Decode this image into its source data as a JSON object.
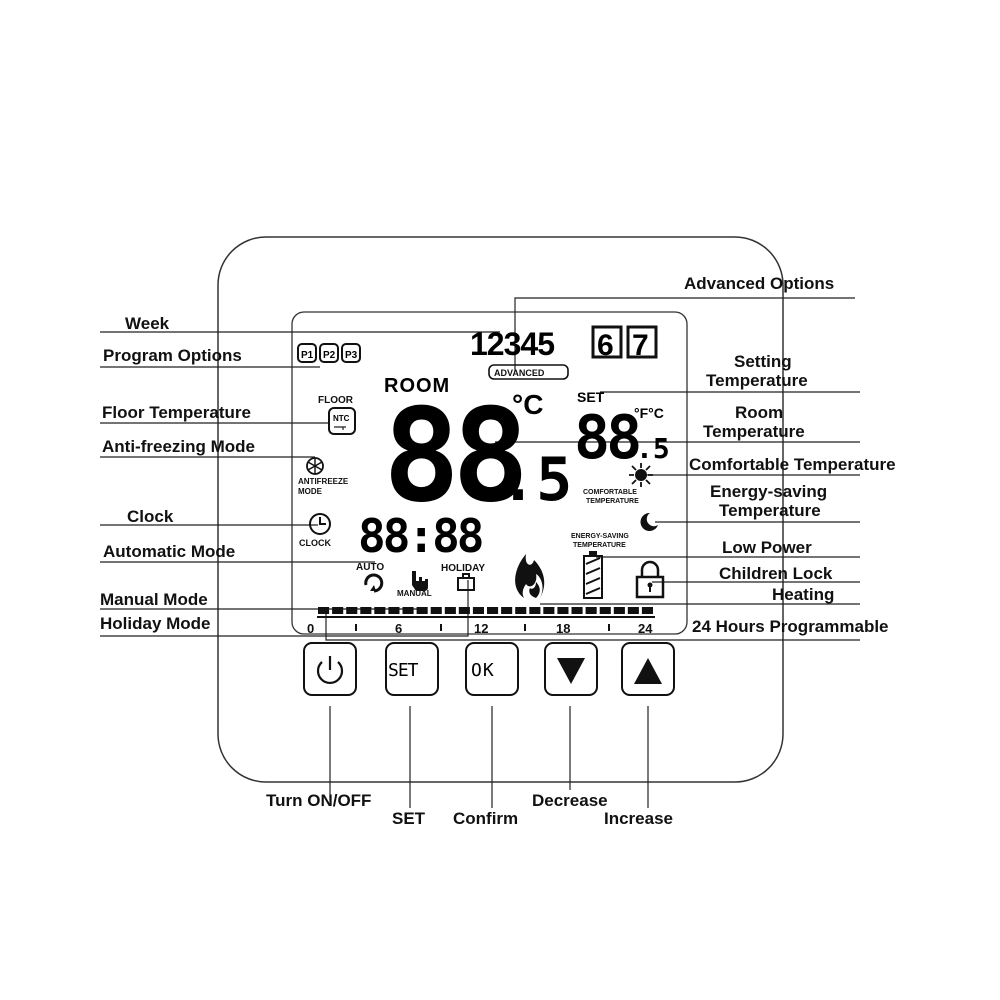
{
  "callouts": {
    "advanced_options": "Advanced Options",
    "week": "Week",
    "program_options": "Program Options",
    "floor_temperature": "Floor Temperature",
    "anti_freezing_mode": "Anti-freezing Mode",
    "clock": "Clock",
    "automatic_mode": "Automatic Mode",
    "manual_mode": "Manual Mode",
    "holiday_mode": "Holiday Mode",
    "setting_temperature_1": "Setting",
    "setting_temperature_2": "Temperature",
    "room_temperature_1": "Room",
    "room_temperature_2": "Temperature",
    "comfortable_temperature": "Comfortable Temperature",
    "energy_saving_1": "Energy-saving",
    "energy_saving_2": "Temperature",
    "low_power": "Low Power",
    "children_lock": "Children Lock",
    "heating": "Heating",
    "hours_programmable": "24 Hours Programmable",
    "turn_on_off": "Turn ON/OFF",
    "set": "SET",
    "confirm": "Confirm",
    "decrease": "Decrease",
    "increase": "Increase"
  },
  "display": {
    "week_days": "12345",
    "week_day_6": "6",
    "week_day_7": "7",
    "advanced": "ADVANCED",
    "room": "ROOM",
    "celsius": "°C",
    "main_value": "88",
    "main_decimal": ".5",
    "set": "SET",
    "fahrenheit_celsius": "°F°C",
    "set_value": "88",
    "set_decimal": ".5",
    "floor": "FLOOR",
    "ntc": "NTC",
    "antifreeze_1": "ANTIFREEZE",
    "antifreeze_2": "MODE",
    "clock": "CLOCK",
    "clock_value": "88:88",
    "auto": "AUTO",
    "manual": "MANUAL",
    "holiday": "HOLIDAY",
    "comfortable_1": "COMFORTABLE",
    "comfortable_2": "TEMPERATURE",
    "energy_1": "ENERGY-SAVING",
    "energy_2": "TEMPERATURE",
    "programs": [
      "P1",
      "P2",
      "P3"
    ],
    "hour_ticks": [
      "0",
      "6",
      "12",
      "18",
      "24"
    ]
  },
  "buttons": {
    "set": "SET",
    "ok": "OK"
  },
  "icons": {
    "power": "power-icon",
    "down": "triangle-down-icon",
    "up": "triangle-up-icon",
    "flame": "flame-icon",
    "battery": "battery-icon",
    "lock": "lock-icon",
    "sun": "sun-icon",
    "moon": "moon-icon",
    "clock": "clock-icon",
    "snowflake": "snowflake-icon",
    "hand": "hand-icon",
    "suitcase": "suitcase-icon",
    "auto": "auto-cycle-icon"
  }
}
